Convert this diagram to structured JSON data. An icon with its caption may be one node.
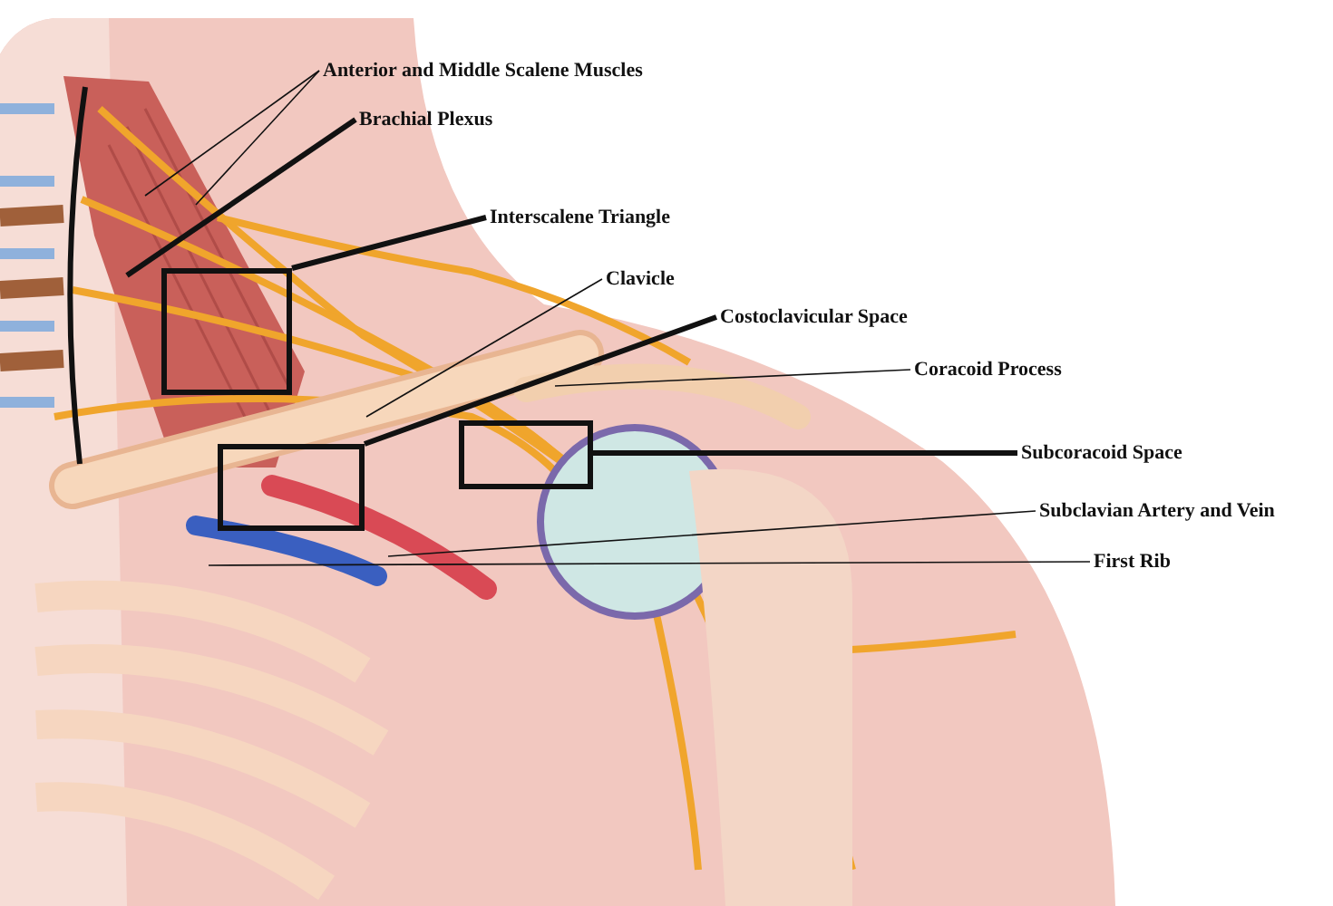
{
  "diagram": {
    "nodes": [
      {
        "text": [
          "Anterior and Middle Scalene Muscles"
        ]
      },
      {
        "text": [
          "Brachial Plexus"
        ]
      },
      {
        "text": [
          "Interscalene Triangle"
        ]
      },
      {
        "text": [
          "Clavicle"
        ]
      },
      {
        "text": [
          "Costoclavicular Space"
        ]
      },
      {
        "text": [
          "Coracoid Process"
        ]
      },
      {
        "text": [
          "Subcoracoid Space"
        ]
      },
      {
        "text": [
          "Subclavian Artery and Vein"
        ]
      },
      {
        "text": [
          "First Rib"
        ]
      },
      {
        "text": [],
        "shape": "box"
      },
      {
        "text": [],
        "shape": "box"
      },
      {
        "text": [],
        "shape": "box"
      }
    ],
    "edges": [
      {
        "from": 0,
        "to": null,
        "arrow": "none"
      },
      {
        "from": 0,
        "to": null,
        "arrow": "none"
      },
      {
        "from": 1,
        "to": null,
        "arrow": "none",
        "style": "thick"
      },
      {
        "from": 2,
        "to": 9,
        "arrow": "none",
        "style": "thick"
      },
      {
        "from": 3,
        "to": null,
        "arrow": "none"
      },
      {
        "from": 4,
        "to": 10,
        "arrow": "none",
        "style": "thick"
      },
      {
        "from": 5,
        "to": null,
        "arrow": "none"
      },
      {
        "from": 6,
        "to": 11,
        "arrow": "none",
        "style": "thick"
      },
      {
        "from": 7,
        "to": null,
        "arrow": "none"
      },
      {
        "from": 8,
        "to": null,
        "arrow": "none"
      }
    ]
  }
}
